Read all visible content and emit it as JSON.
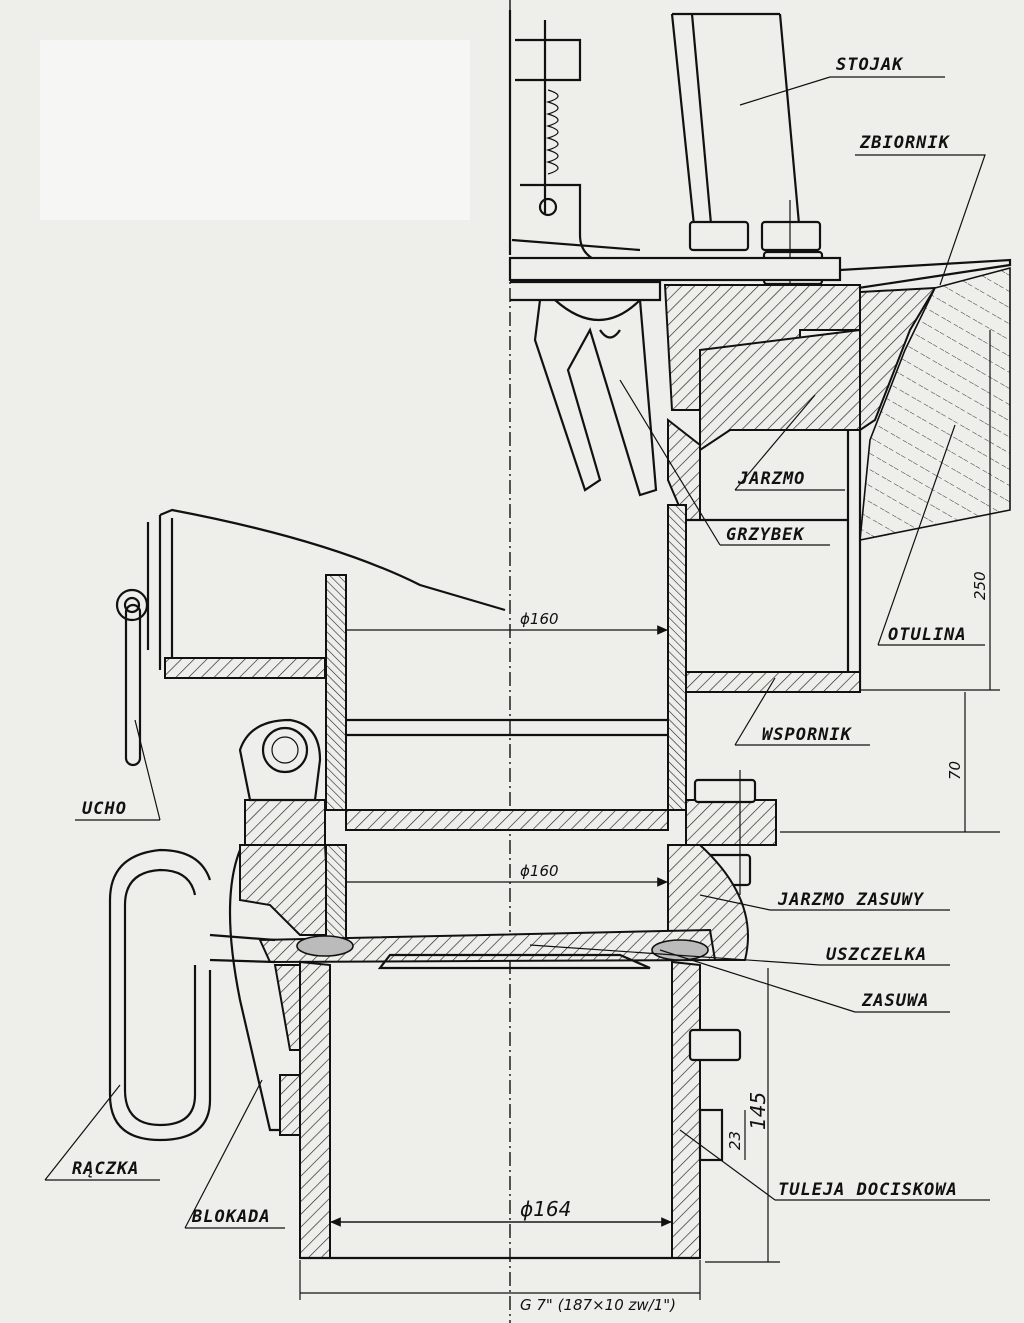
{
  "labels": {
    "stojak": "STOJAK",
    "zbiornik": "ZBIORNIK",
    "jarzmo": "JARZMO",
    "grzybek": "GRZYBEK",
    "otulina": "OTULINA",
    "wspornik": "WSPORNIK",
    "ucho": "UCHO",
    "jarzmo_zasuwy": "JARZMO ZASUWY",
    "uszczelka": "USZCZELKA",
    "zasuwa": "ZASUWA",
    "raczka": "RĄCZKA",
    "blokada": "BLOKADA",
    "tuleja": "TULEJA DOCISKOWA"
  },
  "dimensions": {
    "d_top": "ϕ160",
    "d_mid": "ϕ160",
    "d_bottom": "ϕ164",
    "thread": "G 7\" (187×10 zw/1\")",
    "h250": "250",
    "h70": "70",
    "h145": "145",
    "h23": "23"
  }
}
